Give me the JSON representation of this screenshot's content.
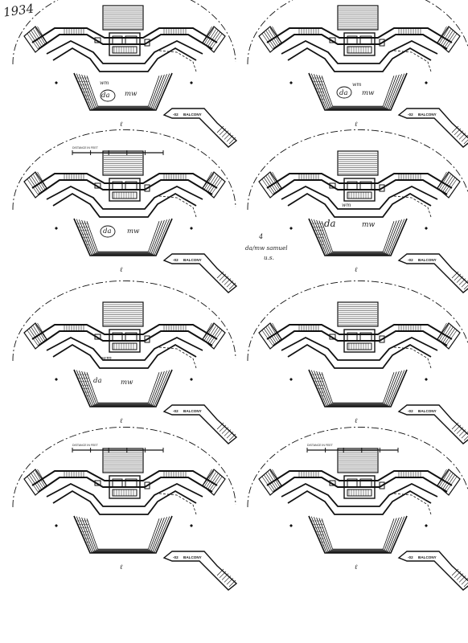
{
  "sheet": {
    "number": "1934"
  },
  "drawings": [
    {
      "id": "plan-1",
      "level": "-02",
      "room": "BALCONY",
      "scale_text": "",
      "annotations": [
        "da",
        "mw",
        "wm"
      ]
    },
    {
      "id": "plan-2",
      "level": "-02",
      "room": "BALCONY",
      "scale_text": "",
      "annotations": [
        "wm",
        "da",
        "mw"
      ]
    },
    {
      "id": "plan-3",
      "level": "-02",
      "room": "BALCONY",
      "scale_text": "DISTANCE IN FEET",
      "annotations": [
        "da",
        "mw"
      ]
    },
    {
      "id": "plan-4",
      "level": "-02",
      "room": "BALCONY",
      "scale_text": "",
      "annotations": [
        "wm",
        "da",
        "mw",
        "4",
        "da/mw samuel",
        "u.s."
      ]
    },
    {
      "id": "plan-5",
      "level": "-02",
      "room": "BALCONY",
      "scale_text": "",
      "annotations": [
        "wm",
        "da",
        "mw"
      ]
    },
    {
      "id": "plan-6",
      "level": "-02",
      "room": "BALCONY",
      "scale_text": "",
      "annotations": []
    },
    {
      "id": "plan-7",
      "level": "-02",
      "room": "BALCONY",
      "scale_text": "DISTANCE IN FEET",
      "annotations": []
    },
    {
      "id": "plan-8",
      "level": "-02",
      "room": "BALCONY",
      "scale_text": "DISTANCE IN FEET",
      "annotations": []
    }
  ],
  "center_mark": "ℓ"
}
